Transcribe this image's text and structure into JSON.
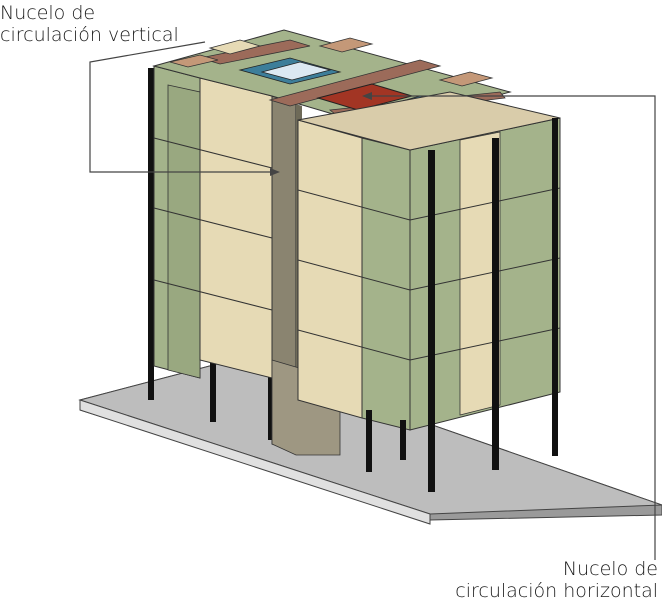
{
  "labels": {
    "vertical": {
      "line1": "Nucelo de",
      "line2": "circulación vertical"
    },
    "horizontal": {
      "line1": "Nucelo de",
      "line2": "circulación horizontal"
    }
  },
  "colors": {
    "background": "#ffffff",
    "base_slab": "#bdbdbd",
    "green_panel": "#a4b38b",
    "cream_panel": "#e6dab5",
    "core_shaft": "#8a8470",
    "corridor": "#9c6b5a",
    "horizontal_core": "#a23524",
    "stair_blue": "#3d7e9a",
    "glass": "#dbe8f2",
    "columns": "#111111",
    "leader_lines": "#444444"
  }
}
